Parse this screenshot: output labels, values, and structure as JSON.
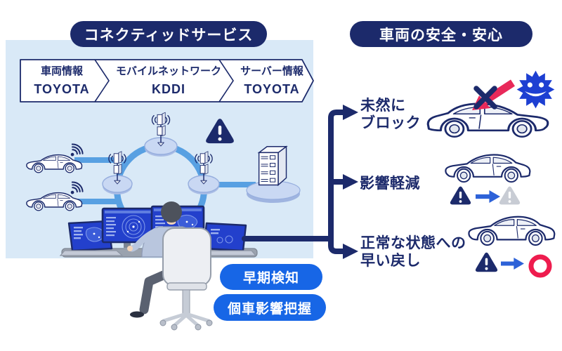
{
  "header": {
    "left_label": "コネクティッドサービス",
    "right_label": "車両の安全・安心"
  },
  "process": {
    "segments": [
      {
        "role": "車両情報",
        "company": "TOYOTA"
      },
      {
        "role": "モバイルネットワーク",
        "company": "KDDI"
      },
      {
        "role": "サーバー情報",
        "company": "TOYOTA"
      }
    ]
  },
  "outcomes": [
    {
      "line1": "未然に",
      "line2": "ブロック"
    },
    {
      "line1": "影響軽減",
      "line2": ""
    },
    {
      "line1": "正常な状態への",
      "line2": "早い戻し"
    }
  ],
  "badges": [
    {
      "label": "早期検知"
    },
    {
      "label": "個車影響把握"
    }
  ],
  "icons": {
    "wifi": "signal-arcs",
    "cell_tower": "antenna-mast",
    "warning": "exclamation-triangle",
    "server": "server-rack",
    "virus": "spiky-malware-face",
    "block": "x-cross",
    "blocked_attack": "red-arrow",
    "transition": "blue-right-arrow",
    "recovery": "red-circle-ring"
  },
  "colors": {
    "navy": "#1c2a6b",
    "panel_blue": "#d9e9f7",
    "connector_blue": "#58a0e2",
    "accent_blue": "#1766e6",
    "screen_blue": "#2340cc",
    "alert_red": "#e8295a",
    "ok_red": "#ee1c4e",
    "muted_gray": "#c8ccd4",
    "virus_blue": "#1d3fd2"
  }
}
